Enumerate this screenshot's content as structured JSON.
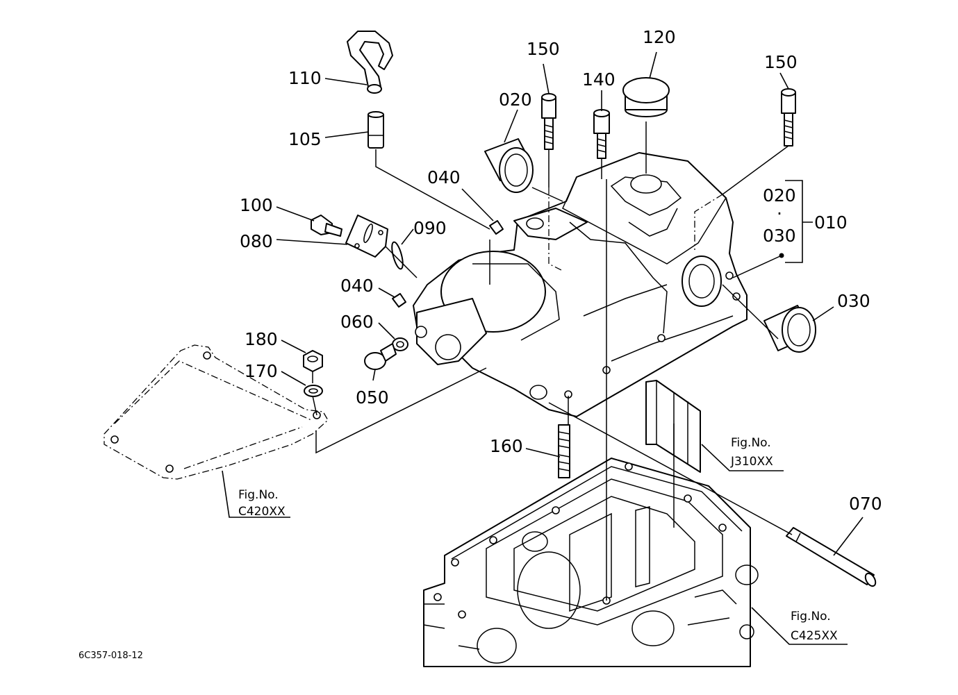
{
  "diagram": {
    "part_labels": {
      "p110": "110",
      "p105": "105",
      "p150a": "150",
      "p140": "140",
      "p120": "120",
      "p150b": "150",
      "p020a": "020",
      "p040a": "040",
      "p100": "100",
      "p080": "080",
      "p090": "090",
      "p020b": "020",
      "p030a": "030",
      "p010": "010",
      "p040b": "040",
      "p060": "060",
      "p030b": "030",
      "p180": "180",
      "p170": "170",
      "p050": "050",
      "p160": "160",
      "p070": "070"
    },
    "refs": {
      "c420_a": "Fig.No.",
      "c420_b": "C420XX",
      "j310_a": "Fig.No.",
      "j310_b": "J310XX",
      "c425_a": "Fig.No.",
      "c425_b": "C425XX"
    },
    "drawing_code": "6C357-018-12"
  }
}
